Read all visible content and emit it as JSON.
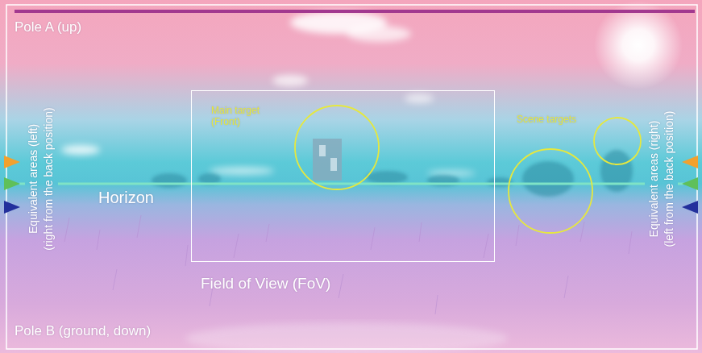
{
  "diagram": {
    "nodes": [
      {
        "text": [
          "Field of View (FoV)"
        ]
      }
    ],
    "labels": [
      "Pole A (up)",
      "Main target (Front)",
      "Scene targets",
      "Horizon",
      "Pole B (ground, down)",
      "Equivalent areas (left)",
      "(right from the back position)",
      "Equivalent areas (right)",
      "(left from the back position)"
    ]
  }
}
